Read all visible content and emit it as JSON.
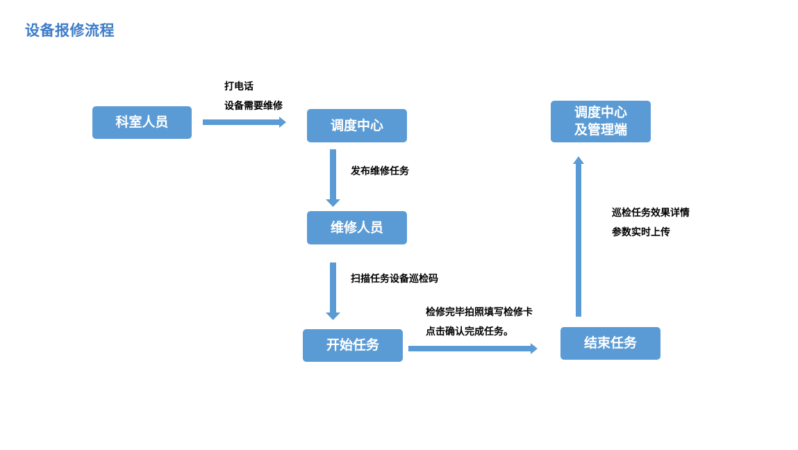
{
  "title": "设备报修流程",
  "colors": {
    "title": "#3d7cc9",
    "node_fill": "#5b9bd5",
    "node_text": "#ffffff",
    "arrow": "#5b9bd5"
  },
  "nodes": {
    "keshi": "科室人员",
    "diaodu": "调度中心",
    "weixiu": "维修人员",
    "kaishi": "开始任务",
    "jieshu": "结束任务",
    "guanli": "调度中心\n及管理端"
  },
  "notes": {
    "call": "打电话\n设备需要维修",
    "publish": "发布维修任务",
    "scan": "扫描任务设备巡检码",
    "finish": "检修完毕拍照填写检修卡\n点击确认完成任务。",
    "upload": "巡检任务效果详情\n参数实时上传"
  }
}
